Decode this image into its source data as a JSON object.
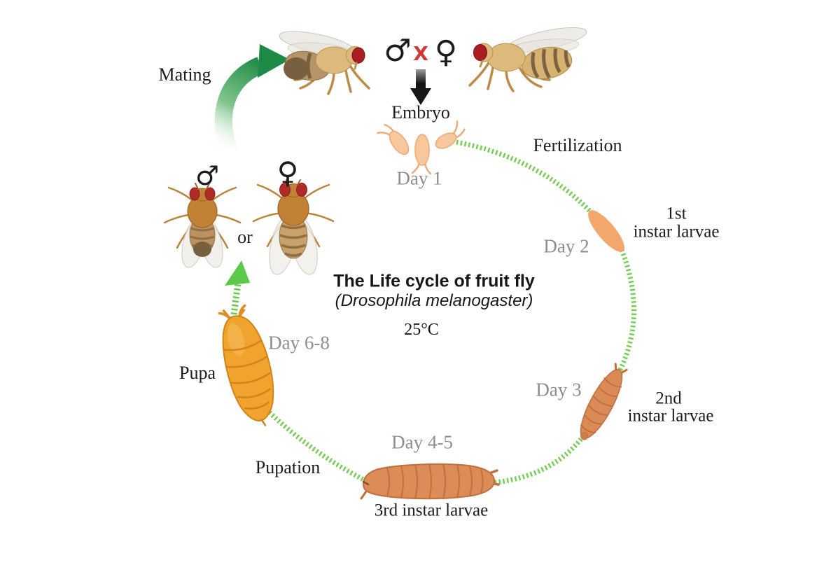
{
  "title": {
    "main": "The Life cycle of fruit fly",
    "species": "(Drosophila melanogaster)",
    "temperature": "25°C"
  },
  "processes": {
    "mating": "Mating",
    "fertilization": "Fertilization",
    "pupation": "Pupation"
  },
  "cross": {
    "male_symbol": "♂",
    "cross_symbol": "X",
    "female_symbol": "♀"
  },
  "stages": {
    "embryo": {
      "label": "Embryo",
      "day": "Day 1"
    },
    "instar1": {
      "label_line1": "1st",
      "label_line2": "instar larvae",
      "day": "Day 2"
    },
    "instar2": {
      "label_line1": "2nd",
      "label_line2": "instar larvae",
      "day": "Day 3"
    },
    "instar3": {
      "label": "3rd instar larvae",
      "day": "Day 4-5"
    },
    "pupa": {
      "label": "Pupa",
      "day": "Day 6-8"
    }
  },
  "adults": {
    "male_symbol": "♂",
    "female_symbol": "♀",
    "or_label": "or"
  },
  "colors": {
    "dash_green": "#74CC50",
    "arrow_green_dark": "#1E8A47",
    "arrow_green_light": "#5CC94A",
    "day_text_gray": "#8E8E8E",
    "label_text_black": "#1D1D1B",
    "cross_red": "#CE3A34",
    "egg_orange": "#F7C193",
    "larva_light_orange": "#F3A76B",
    "larva_orange": "#D98A55",
    "pupa_orange": "#F0A42E"
  }
}
